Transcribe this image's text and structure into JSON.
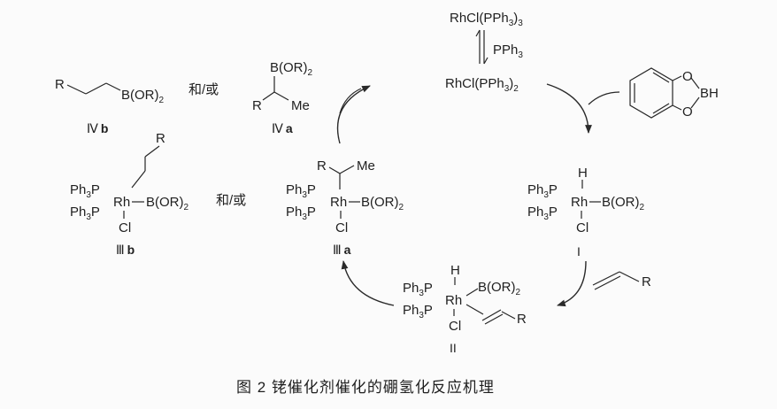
{
  "colors": {
    "ink": "#1f1f1f",
    "background": "#fbfbfb"
  },
  "conjunction": "和/或",
  "top": {
    "rh_tris": "RhCl(PPh3)3",
    "rh_tris_parts": [
      "RhCl(PPh",
      "3",
      ")",
      "3"
    ],
    "equilibrium_label_parts": [
      "PPh",
      "3"
    ],
    "rh_bis_parts": [
      "RhCl(PPh",
      "3",
      ")",
      "2"
    ]
  },
  "reagent": {
    "boron_label": "BH",
    "oxygen": "O"
  },
  "products": {
    "linear": {
      "r": "R",
      "boronate_parts": [
        "B(OR)",
        "2"
      ],
      "label_roman": "Ⅳ",
      "label_letter": "b"
    },
    "branched": {
      "boronate_parts": [
        "B(OR)",
        "2"
      ],
      "r": "R",
      "me": "Me",
      "label_roman": "Ⅳ",
      "label_letter": "a"
    }
  },
  "complexes": {
    "IIIb": {
      "r": "R",
      "ph3p_parts": [
        "Ph",
        "3",
        "P"
      ],
      "rh": "Rh",
      "boronate_parts": [
        "B(OR)",
        "2"
      ],
      "cl": "Cl",
      "label_roman": "Ⅲ",
      "label_letter": "b"
    },
    "IIIa": {
      "r": "R",
      "me": "Me",
      "ph3p_parts": [
        "Ph",
        "3",
        "P"
      ],
      "rh": "Rh",
      "boronate_parts": [
        "B(OR)",
        "2"
      ],
      "cl": "Cl",
      "label_roman": "Ⅲ",
      "label_letter": "a"
    },
    "I": {
      "h": "H",
      "ph3p_parts": [
        "Ph",
        "3",
        "P"
      ],
      "rh": "Rh",
      "boronate_parts": [
        "B(OR)",
        "2"
      ],
      "cl": "Cl",
      "label": "I"
    },
    "II": {
      "h": "H",
      "ph3p_parts": [
        "Ph",
        "3",
        "P"
      ],
      "rh": "Rh",
      "boronate_parts": [
        "B(OR)",
        "2"
      ],
      "cl": "Cl",
      "r": "R",
      "label": "II"
    }
  },
  "alkene": {
    "r": "R"
  },
  "caption": "图 2   铑催化剂催化的硼氢化反应机理"
}
